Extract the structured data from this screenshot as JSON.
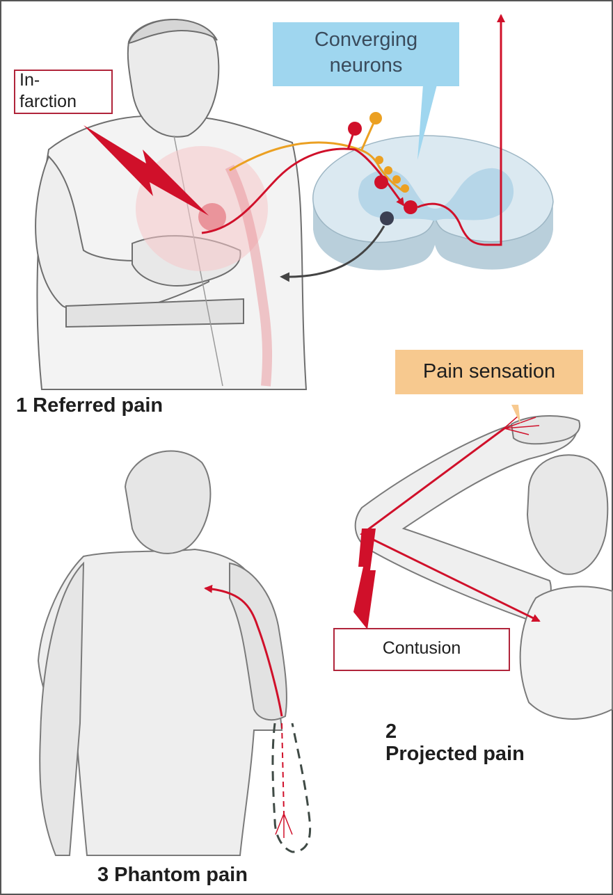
{
  "labels": {
    "infarction": "In-\nfarction",
    "converging_neurons": "Converging\nneurons",
    "pain_sensation": "Pain sensation",
    "contusion": "Contusion"
  },
  "captions": {
    "referred": "1 Referred pain",
    "projected_number": "2",
    "projected": "Projected pain",
    "phantom": "3 Phantom pain"
  },
  "colors": {
    "nerve_red": "#d0102a",
    "nerve_orange": "#eba022",
    "cord_blue": "#cfe3ee",
    "label_box_blue": "#9fd6ef",
    "label_box_tan": "#f7c98f",
    "label_border_red": "#b0243a"
  }
}
